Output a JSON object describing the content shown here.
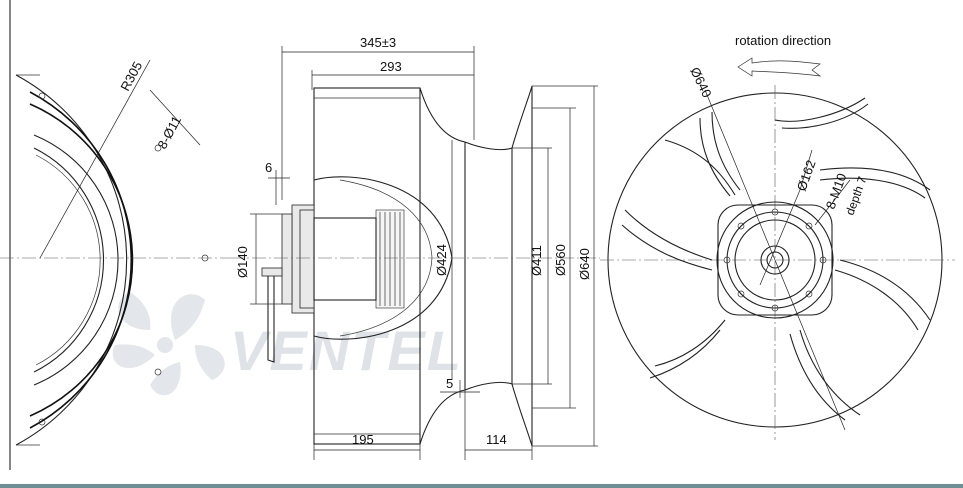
{
  "views": {
    "left": {
      "radius_label": "R305",
      "holes_label": "8-Ø11"
    },
    "side": {
      "overall_length": "345±3",
      "body_length": "293",
      "flange_gap": "6",
      "shaft_diameter": "Ø140",
      "impeller_diameter": "Ø424",
      "inlet_diameter": "Ø411",
      "bell_outer_diameter": "Ø560",
      "flange_diameter": "Ø640",
      "offset": "5",
      "base_width": "195",
      "inlet_depth": "114"
    },
    "front": {
      "rotation_label": "rotation direction",
      "outer_diameter": "Ø640",
      "bolt_circle": "Ø162",
      "thread_label": "8-M10",
      "depth_label": "depth 7"
    }
  },
  "watermark": {
    "brand": "VENTEL"
  },
  "colors": {
    "line": "#222222",
    "watermark": "#dfe3e8",
    "footer_bar": "#6f8f95"
  }
}
